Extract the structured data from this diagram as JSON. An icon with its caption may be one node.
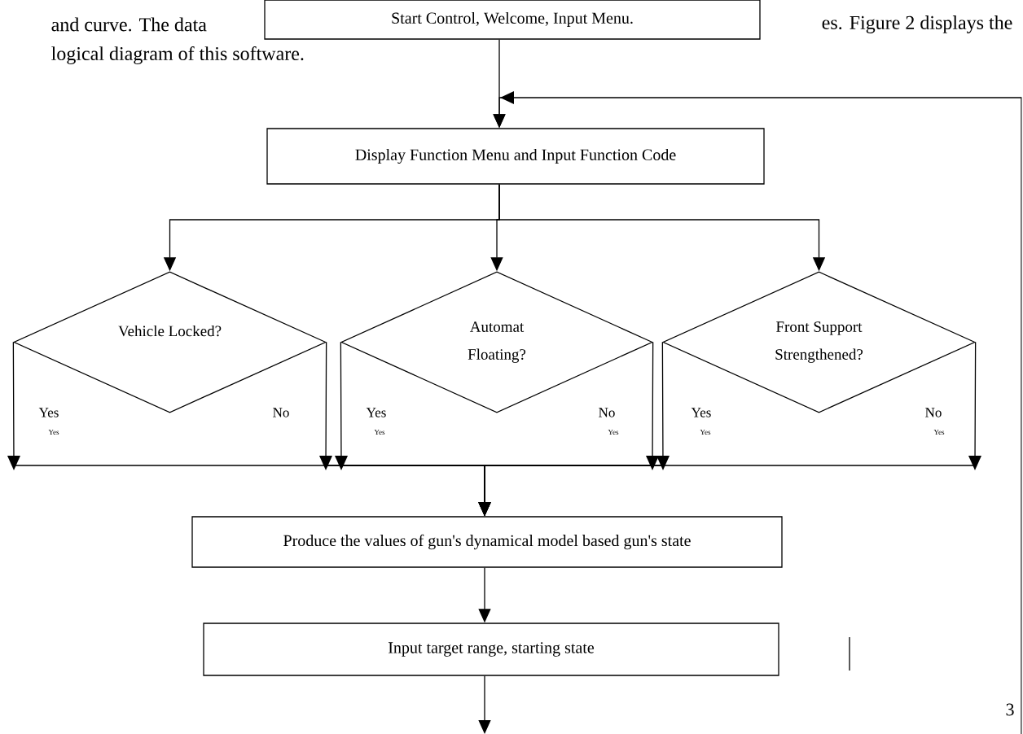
{
  "diagram": {
    "nodes": [
      {
        "text": [
          "Start Control, Welcome, Input Menu."
        ]
      },
      {
        "text": [
          "Display Function Menu and Input Function Code"
        ]
      },
      {
        "text": [
          "Vehicle Locked?"
        ]
      },
      {
        "text": [
          "Automat Floating?"
        ]
      },
      {
        "text": [
          "Front Support Strengthened?"
        ]
      },
      {
        "text": [
          "Produce the values of gun's dynamical model based gun's state"
        ]
      },
      {
        "text": [
          "Input target range, starting state"
        ]
      }
    ],
    "edges": [
      {
        "from": 0,
        "to": 1,
        "arrow": "to"
      },
      {
        "from": null,
        "to": 1,
        "arrow": "to"
      },
      {
        "from": 1,
        "to": 2,
        "arrow": "to"
      },
      {
        "from": 1,
        "to": 3,
        "arrow": "to"
      },
      {
        "from": 1,
        "to": 4,
        "arrow": "to"
      },
      {
        "from": 2,
        "to": 5,
        "arrow": "to",
        "label": "Yes"
      },
      {
        "from": 2,
        "to": 5,
        "arrow": "to",
        "label": "No"
      },
      {
        "from": 3,
        "to": 5,
        "arrow": "to",
        "label": "Yes"
      },
      {
        "from": 3,
        "to": 5,
        "arrow": "to",
        "label": "No"
      },
      {
        "from": 4,
        "to": 5,
        "arrow": "to",
        "label": "Yes"
      },
      {
        "from": 4,
        "to": 5,
        "arrow": "to",
        "label": "No"
      },
      {
        "from": 5,
        "to": 6,
        "arrow": "to"
      },
      {
        "from": 6,
        "to": null,
        "arrow": "to"
      }
    ],
    "labels": [
      "and curve. The data",
      "es. Figure 2 displays the",
      "logical diagram of this software.",
      "Yes",
      "Yes",
      "Yes",
      "Yes",
      "Yes",
      "3"
    ]
  }
}
